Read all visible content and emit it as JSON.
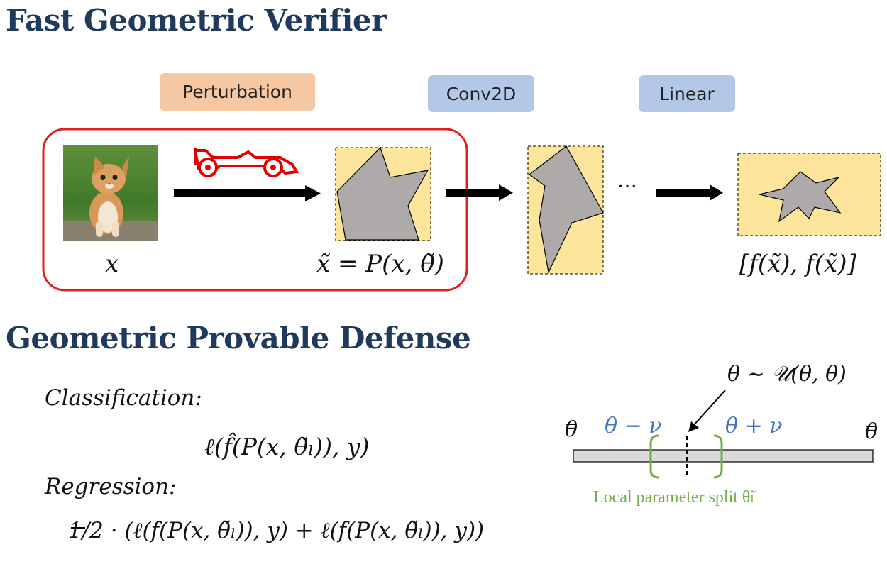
{
  "titles": {
    "verifier": "Fast Geometric Verifier",
    "defense": "Geometric Provable Defense"
  },
  "pipeline": {
    "perturbation": "Perturbation",
    "conv": "Conv2D",
    "linear": "Linear",
    "ellipsis": "···",
    "input_label": "x",
    "perturbed_label": "x̃ = P(x, θ̃)",
    "output_label": "[f(x̃), f(x̃)]"
  },
  "loss": {
    "classification_label": "Classification:",
    "regression_label": "Regression:",
    "classification_formula": "ℓ(f̂(P(x, θ̃ₗ)), y)",
    "regression_formula": "1/2 · (ℓ(f(P(x, θ̃ₗ)), y) + ℓ(f(P(x, θ̃ₗ)), y))"
  },
  "split": {
    "distribution": "θ ~ 𝒰(θ, θ)",
    "lower": "θ",
    "upper": "θ",
    "minus": "θ − ν",
    "plus": "θ + ν",
    "caption": "Local parameter split θ̃ₗ"
  },
  "colors": {
    "title": "#1f3a5c",
    "perturbation": "#f6c7a3",
    "layer": "#b3c7e6",
    "box_fill": "#fde59b",
    "region_fill": "#afaaaa",
    "frame": "#e02020",
    "green": "#70ad47",
    "blue": "#4472c4"
  },
  "icons": [
    "kitten-photo",
    "race-car-icon",
    "arrow-icon"
  ]
}
